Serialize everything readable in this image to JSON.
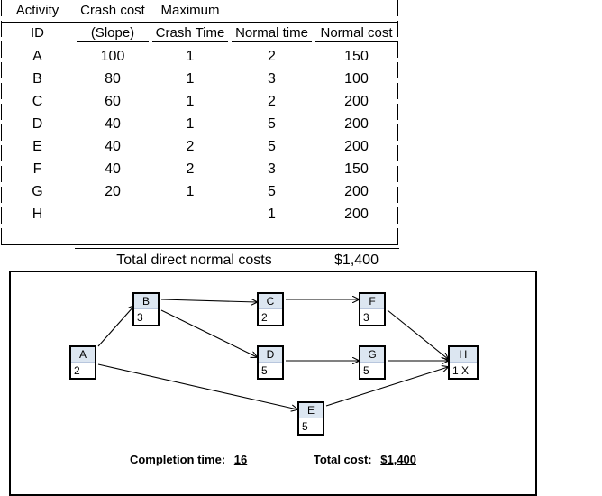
{
  "table": {
    "headers": {
      "line1": [
        "Activity",
        "Crash cost",
        "Maximum",
        "",
        ""
      ],
      "line2": [
        "ID",
        "(Slope)",
        "Crash Time",
        "Normal time",
        "Normal cost"
      ]
    },
    "rows": [
      {
        "id": "A",
        "slope": "100",
        "crash_time": "1",
        "normal_time": "2",
        "normal_cost": "150"
      },
      {
        "id": "B",
        "slope": "80",
        "crash_time": "1",
        "normal_time": "3",
        "normal_cost": "100"
      },
      {
        "id": "C",
        "slope": "60",
        "crash_time": "1",
        "normal_time": "2",
        "normal_cost": "200"
      },
      {
        "id": "D",
        "slope": "40",
        "crash_time": "1",
        "normal_time": "5",
        "normal_cost": "200"
      },
      {
        "id": "E",
        "slope": "40",
        "crash_time": "2",
        "normal_time": "5",
        "normal_cost": "200"
      },
      {
        "id": "F",
        "slope": "40",
        "crash_time": "2",
        "normal_time": "3",
        "normal_cost": "150"
      },
      {
        "id": "G",
        "slope": "20",
        "crash_time": "1",
        "normal_time": "5",
        "normal_cost": "200"
      },
      {
        "id": "H",
        "slope": "",
        "crash_time": "",
        "normal_time": "1",
        "normal_cost": "200"
      }
    ],
    "total": {
      "label": "Total direct normal costs",
      "value": "$1,400"
    }
  },
  "network": {
    "nodes": [
      {
        "key": "A",
        "label": "A",
        "duration": "2"
      },
      {
        "key": "B",
        "label": "B",
        "duration": "3"
      },
      {
        "key": "C",
        "label": "C",
        "duration": "2"
      },
      {
        "key": "D",
        "label": "D",
        "duration": "5"
      },
      {
        "key": "E",
        "label": "E",
        "duration": "5"
      },
      {
        "key": "F",
        "label": "F",
        "duration": "3"
      },
      {
        "key": "G",
        "label": "G",
        "duration": "5"
      },
      {
        "key": "H",
        "label": "H",
        "duration": "1 X"
      }
    ],
    "edges": [
      {
        "from": "A",
        "to": "B"
      },
      {
        "from": "A",
        "to": "E"
      },
      {
        "from": "B",
        "to": "C"
      },
      {
        "from": "B",
        "to": "D"
      },
      {
        "from": "C",
        "to": "F"
      },
      {
        "from": "D",
        "to": "G"
      },
      {
        "from": "E",
        "to": "H"
      },
      {
        "from": "F",
        "to": "H"
      },
      {
        "from": "G",
        "to": "H"
      }
    ],
    "footer": {
      "completion_label": "Completion time:",
      "completion_value": "16",
      "cost_label": "Total cost:",
      "cost_value": "$1,400"
    },
    "node_fill": "#dce6f1",
    "node_border": "#000000"
  }
}
